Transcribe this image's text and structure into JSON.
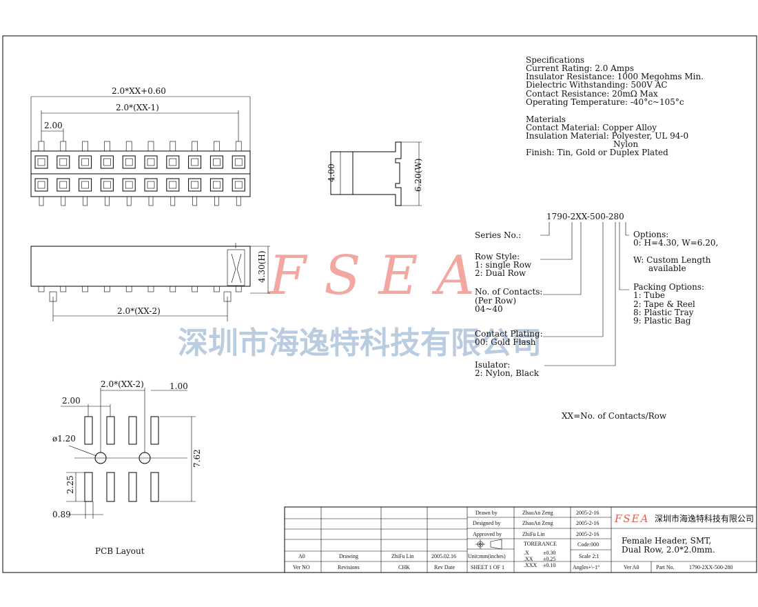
{
  "specifications": {
    "title": "Specifications",
    "lines": [
      "Current Rating: 2.0 Amps",
      "Insulator Resistance: 1000 Megohms Min.",
      "Dielectric Withstanding: 500V AC",
      "Contact Resistance: 20mΩ Max",
      "Operating Temperature: -40°c~105°c"
    ]
  },
  "materials": {
    "title": "Materials",
    "lines": [
      "Contact Material: Copper Alloy",
      "Insulation Material: Polyester, UL 94-0",
      "Nylon",
      "Finish: Tin, Gold or Duplex Plated"
    ]
  },
  "dimensions": {
    "overall": "2.0*XX+0.60",
    "span": "2.0*(XX-1)",
    "pitch": "2.00",
    "width": "6.20(W)",
    "depth": "4.00",
    "height": "4.30(H)",
    "bottom_span": "2.0*(XX-2)",
    "pcb_span": "2.0*(XX-2)",
    "pcb_edge": "1.00",
    "pcb_pitch": "2.00",
    "hole_dia": "ø1.20",
    "pcb_row": "7.62",
    "pad_len": "2.25",
    "pad_w": "0.89"
  },
  "pcb_title": "PCB Layout",
  "part_code": {
    "number": "1790-2XX-500-280",
    "series": "Series No.:",
    "row_style": [
      "Row Style:",
      "1: single Row",
      "2: Dual Row"
    ],
    "contacts": [
      "No. of Contacts:",
      "(Per Row)",
      "04~40"
    ],
    "plating": [
      "Contact Plating:",
      "00: Gold Flash"
    ],
    "insulator": [
      "Isulator:",
      "2: Nylon, Black"
    ],
    "options": [
      "Options:",
      "0: H=4.30, W=6.20,",
      "W: Custom Length",
      "available"
    ],
    "packing": [
      "Packing Options:",
      "1: Tube",
      "2: Tape & Reel",
      "8: Plastic Tray",
      "9: Plastic Bag"
    ]
  },
  "legend_note": "XX=No. of Contacts/Row",
  "watermark": {
    "logo": "FSEA",
    "company": "深圳市海逸特科技有限公司",
    "logo_color": "#f2a8a0",
    "company_color": "#b9cce0"
  },
  "title_block": {
    "drawn_label": "Drawn  by",
    "drawn_name": "ZhaoAn Zeng",
    "drawn_date": "2005-2-16",
    "designed_label": "Designed  by",
    "designed_name": "ZhaoAn Zeng",
    "designed_date": "2005-2-16",
    "approved_label": "Approved  by",
    "approved_name": "ZhiFu Lin",
    "approved_date": "2005-2-16",
    "tolerance_label": "TORERANCE",
    "units": "Unit:mm(inches)",
    "tol_x": ".X",
    "tol_x_v": "±0.30",
    "tol_xx": ".XX",
    "tol_xx_v": "±0.25",
    "tol_xxx": ".XXX",
    "tol_xxx_v": "±0.10",
    "code": "Code:000",
    "scale": "Scale 2:1",
    "angles": "Angles+\\-1°",
    "sheet": "SHEET 1 OF 1",
    "rev_row": [
      "A0",
      "Drawing",
      "ZhiFu Lin",
      "2005.02.16"
    ],
    "header_row": [
      "Ver NO",
      "Revisions",
      "CHK",
      "Rev Date"
    ],
    "company": "深圳市海逸特科技有限公司",
    "logo": "FSEA",
    "desc_line1": "Female Header, SMT,",
    "desc_line2": "Dual Row, 2.0*2.0mm.",
    "ver": "Ver A0",
    "part_no_label": "Part No.",
    "part_no": "1790-2XX-500-280"
  }
}
